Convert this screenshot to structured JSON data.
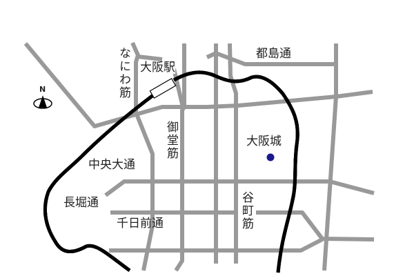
{
  "labels": {
    "naniwa_suji": "なにわ筋",
    "osaka_station": "大阪駅",
    "miyakojima_dori": "都島通",
    "midosuji": "御堂筋",
    "osaka_castle": "大阪城",
    "chuo_odori": "中央大通",
    "nagahori_dori": "長堀通",
    "sennichimae_dori": "千日前通",
    "tanimachi_suji": "谷町筋"
  },
  "compass": {
    "label": "N",
    "icon": "north-arrow-icon"
  },
  "colors": {
    "road": "#999999",
    "railway": "#000000",
    "landmark": "#1a1a8c"
  }
}
